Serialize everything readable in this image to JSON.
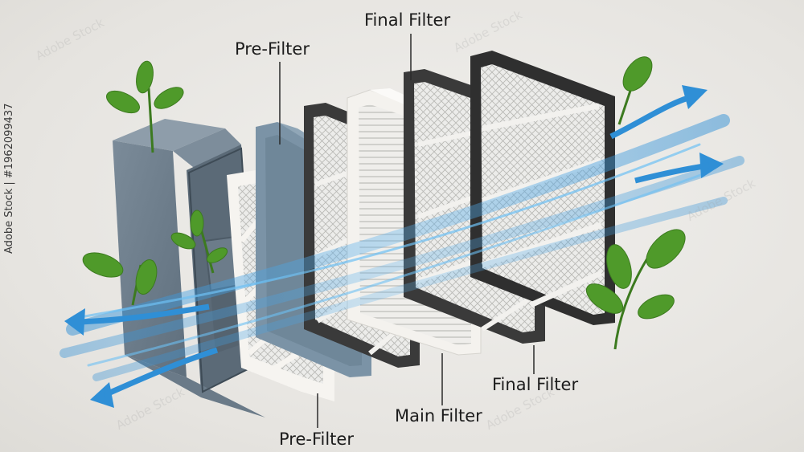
{
  "labels": {
    "final_filter_top": "Final Filter",
    "pre_filter_top": "Pre-Filter",
    "final_filter_right": "Final Filter",
    "main_filter": "Main Filter",
    "pre_filter_bottom": "Pre-Filter"
  },
  "stock_id": "Adobe Stock | #1962099437",
  "watermark_text": "Adobe Stock",
  "colors": {
    "background": "#e8e6e2",
    "housing": "#687988",
    "frame_blue": "#6f8799",
    "frame_dark": "#3a3a3a",
    "frame_white": "#f4f2ee",
    "airflow": "#2f8fd6",
    "leaf": "#4f9a2a"
  }
}
